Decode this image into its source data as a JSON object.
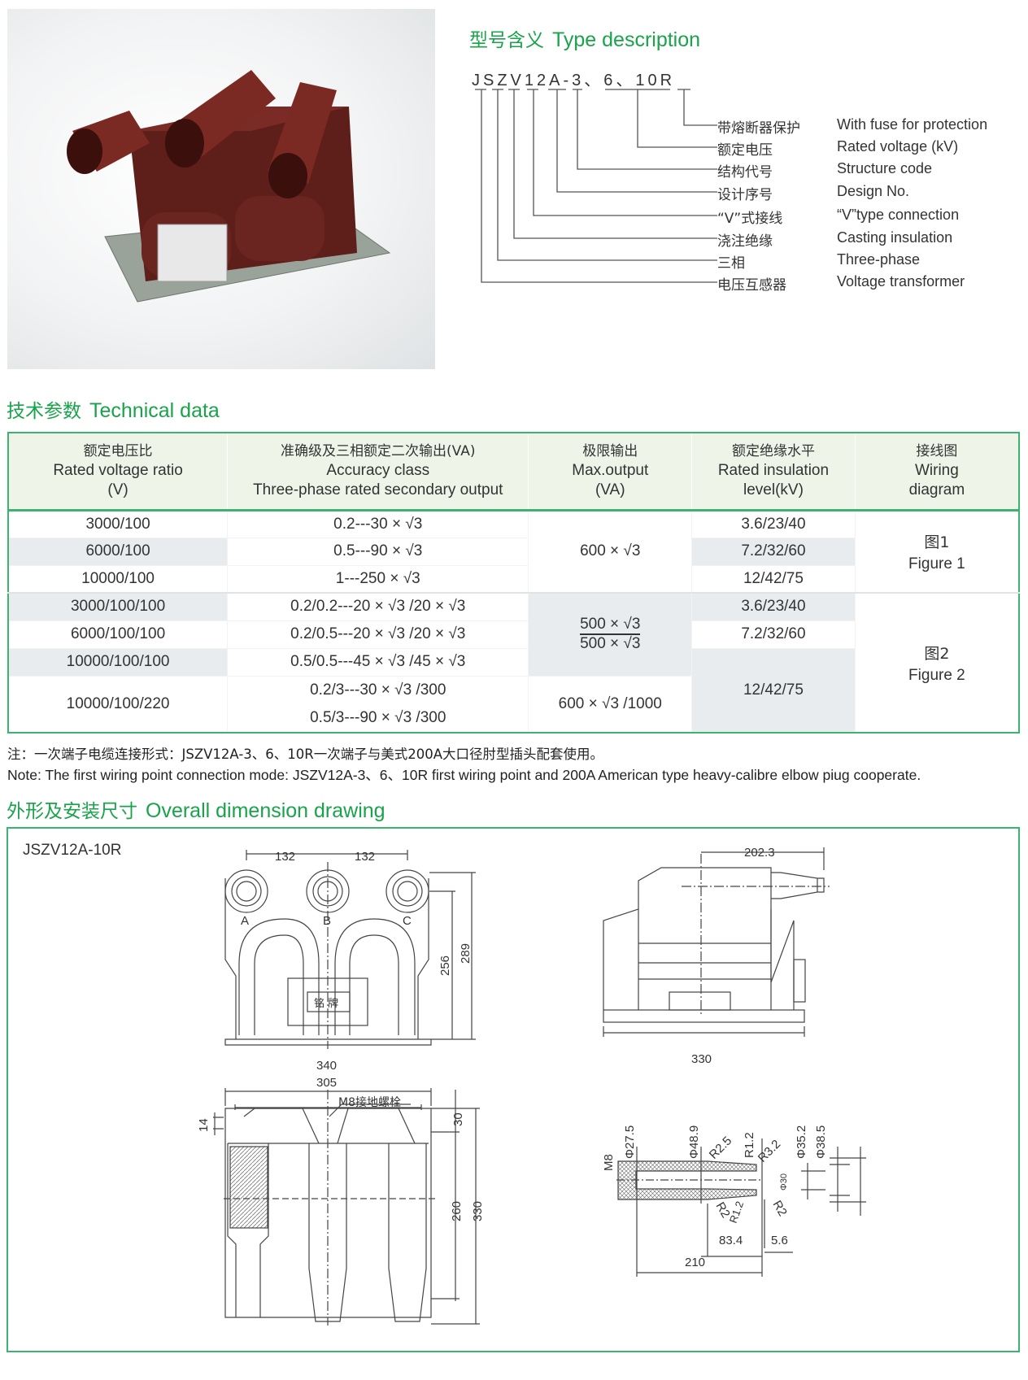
{
  "type_description": {
    "heading_cn": "型号含义",
    "heading_en": "Type description",
    "code": "JSZV12A-3、6、10R",
    "items": [
      {
        "cn": "带熔断器保护",
        "en": "With fuse for protection"
      },
      {
        "cn": "额定电压",
        "en": "Rated voltage (kV)"
      },
      {
        "cn": "结构代号",
        "en": "Structure code"
      },
      {
        "cn": "设计序号",
        "en": "Design No."
      },
      {
        "cn": "“V”式接线",
        "en": "“V”type connection"
      },
      {
        "cn": "浇注绝缘",
        "en": "Casting insulation"
      },
      {
        "cn": "三相",
        "en": "Three-phase"
      },
      {
        "cn": "电压互感器",
        "en": "Voltage transformer"
      }
    ]
  },
  "technical": {
    "heading_cn": "技术参数",
    "heading_en": "Technical data",
    "headers": [
      {
        "cn": "额定电压比",
        "en1": "Rated voltage ratio",
        "en2": "(V)"
      },
      {
        "cn": "准确级及三相额定二次输出(VA)",
        "en1": "Accuracy class",
        "en2": "Three-phase rated secondary output"
      },
      {
        "cn": "极限输出",
        "en1": "Max.output",
        "en2": "(VA)"
      },
      {
        "cn": "额定绝缘水平",
        "en1": "Rated insulation",
        "en2": "level(kV)"
      },
      {
        "cn": "接线图",
        "en1": "Wiring",
        "en2": "diagram"
      }
    ],
    "ratios": [
      "3000/100",
      "6000/100",
      "10000/100",
      "3000/100/100",
      "6000/100/100",
      "10000/100/100",
      "10000/100/220"
    ],
    "accuracy": [
      "0.2---30 × √3",
      "0.5---90 × √3",
      "1---250 × √3",
      "0.2/0.2---20 × √3 /20 × √3",
      "0.2/0.5---20 × √3 /20 × √3",
      "0.5/0.5---45 × √3 /45 × √3",
      "0.2/3---30 × √3 /300",
      "0.5/3---90 × √3 /300"
    ],
    "max_output": [
      "600 × √3",
      "500 × √3",
      "500 × √3",
      "600 × √3 /1000"
    ],
    "insulation": [
      "3.6/23/40",
      "7.2/32/60",
      "12/42/75",
      "3.6/23/40",
      "7.2/32/60",
      "12/42/75"
    ],
    "wiring": [
      {
        "cn": "图1",
        "en": "Figure 1"
      },
      {
        "cn": "图2",
        "en": "Figure 2"
      }
    ]
  },
  "notes": {
    "cn": "注：一次端子电缆连接形式：JSZV12A-3、6、10R一次端子与美式200A大口径肘型插头配套使用。",
    "en": "Note: The first wiring point connection mode: JSZV12A-3、6、10R first wiring point and 200A American type heavy-calibre elbow piug cooperate."
  },
  "dimension": {
    "heading_cn": "外形及安装尺寸",
    "heading_en": "Overall dimension drawing",
    "model": "JSZV12A-10R",
    "front": {
      "w1": "132",
      "w2": "132",
      "h1": "256",
      "h2": "289",
      "a": "A",
      "b": "B",
      "c": "C",
      "plate": "铭 牌"
    },
    "bottom": {
      "w1": "340",
      "w2": "305",
      "bolt": "M8接地螺栓",
      "h14": "14",
      "h30": "30",
      "h260": "260",
      "h330": "330"
    },
    "side": {
      "top": "202.3",
      "base": "330"
    },
    "bushing": {
      "m8": "M8",
      "d275": "Φ27.5",
      "d489": "Φ48.9",
      "r25": "R2.5",
      "r12a": "R1.2",
      "r32": "R3.2",
      "d352": "Φ35.2",
      "d385": "Φ38.5",
      "d30": "Φ30",
      "r2a": "R2",
      "r12b": "R1.2",
      "r2b": "R2",
      "l834": "83.4",
      "l56": "5.6",
      "l210": "210"
    }
  }
}
